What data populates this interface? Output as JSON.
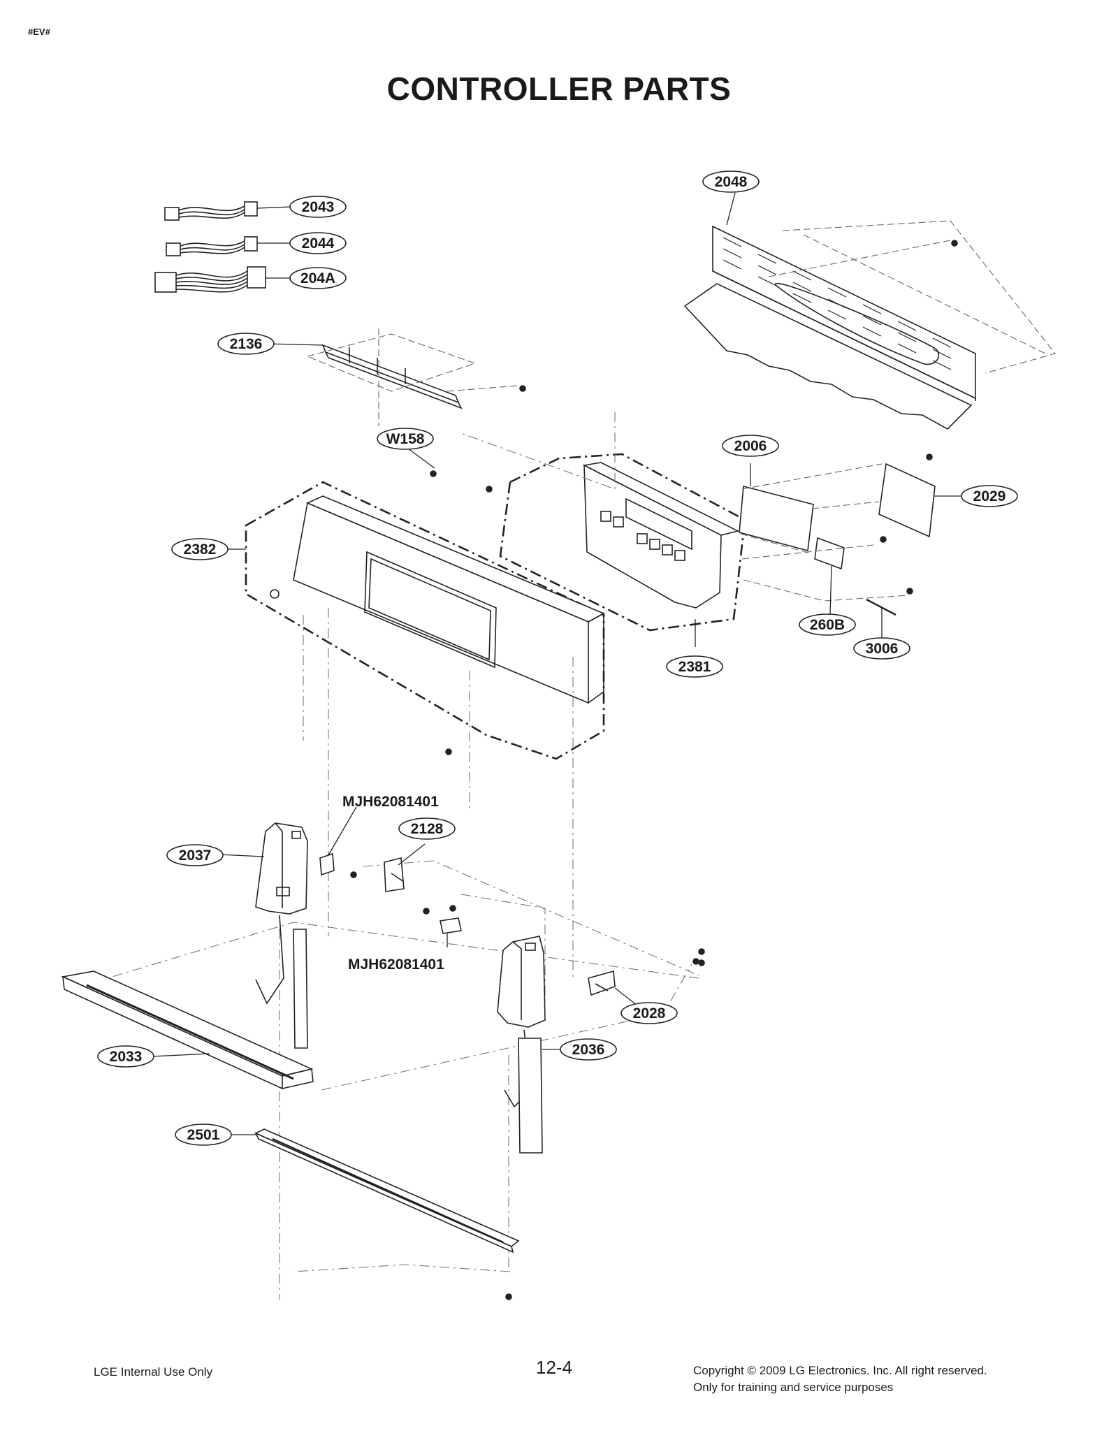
{
  "header": {
    "corner_tag": "#EV#",
    "title": "CONTROLLER PARTS"
  },
  "callouts": [
    {
      "id": "c2043",
      "label": "2043"
    },
    {
      "id": "c2044",
      "label": "2044"
    },
    {
      "id": "c204A",
      "label": "204A"
    },
    {
      "id": "c2136",
      "label": "2136"
    },
    {
      "id": "c2048",
      "label": "2048"
    },
    {
      "id": "cW158",
      "label": "W158"
    },
    {
      "id": "c2006",
      "label": "2006"
    },
    {
      "id": "c2029",
      "label": "2029"
    },
    {
      "id": "c2382",
      "label": "2382"
    },
    {
      "id": "c260B",
      "label": "260B"
    },
    {
      "id": "c3006",
      "label": "3006"
    },
    {
      "id": "c2381",
      "label": "2381"
    },
    {
      "id": "c2128",
      "label": "2128"
    },
    {
      "id": "c2037",
      "label": "2037"
    },
    {
      "id": "c2028",
      "label": "2028"
    },
    {
      "id": "c2033",
      "label": "2033"
    },
    {
      "id": "c2036",
      "label": "2036"
    },
    {
      "id": "c2501",
      "label": "2501"
    }
  ],
  "part_labels": {
    "mjh_upper": "MJH62081401",
    "mjh_lower": "MJH62081401"
  },
  "footer": {
    "left": "LGE Internal Use Only",
    "page": "12-4",
    "right_line1": "Copyright © 2009 LG Electronics. Inc. All right reserved.",
    "right_line2": "Only for training and service purposes"
  }
}
